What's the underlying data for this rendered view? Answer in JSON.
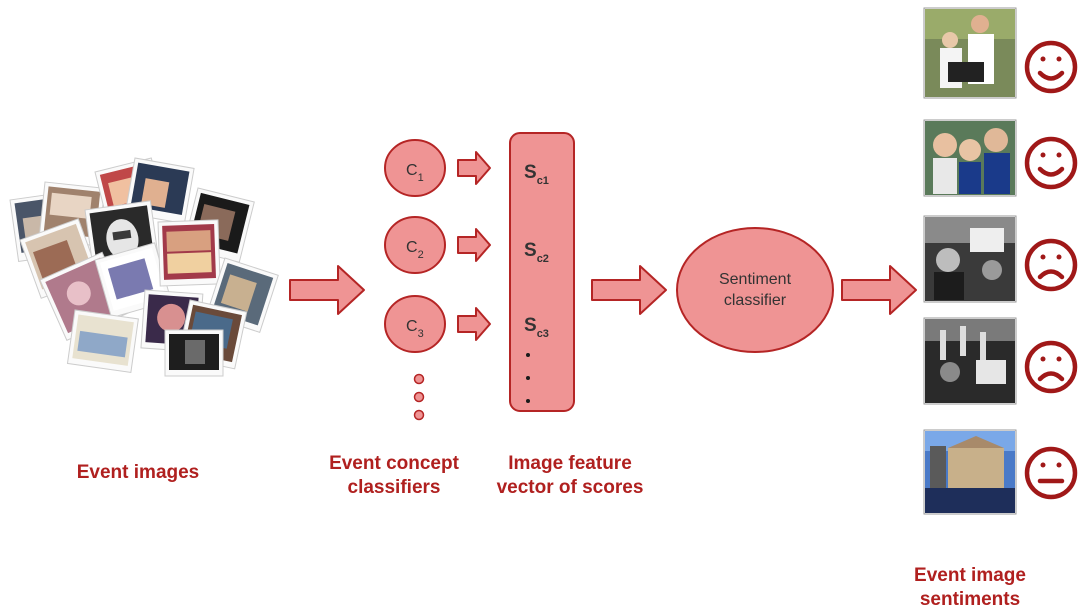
{
  "colors": {
    "accent": "#b0201f",
    "node_fill": "#ef9494",
    "node_stroke": "#b52525",
    "arrow_fill": "#ef9494",
    "text": "#333333"
  },
  "labels": {
    "event_images": "Event images",
    "concept_line1": "Event concept",
    "concept_line2": "classifiers",
    "feature_line1": "Image feature",
    "feature_line2": "vector of scores",
    "sentiments_line1": "Event image",
    "sentiments_line2": "sentiments"
  },
  "concept_classifiers": [
    {
      "letter": "C",
      "sub": "1"
    },
    {
      "letter": "C",
      "sub": "2"
    },
    {
      "letter": "C",
      "sub": "3"
    }
  ],
  "score_vector": [
    {
      "letter": "S",
      "sub": "c1"
    },
    {
      "letter": "S",
      "sub": "c2"
    },
    {
      "letter": "S",
      "sub": "c3"
    }
  ],
  "sentiment_classifier": {
    "line1": "Sentiment",
    "line2": "classifier"
  },
  "outputs": [
    {
      "photo": "two people in white holding a chalkboard sign",
      "sentiment": "happy"
    },
    {
      "photo": "three smiling young people posing together",
      "sentiment": "happy"
    },
    {
      "photo": "black and white protest crowd with sign",
      "sentiment": "sad"
    },
    {
      "photo": "black and white crowd with raised hands",
      "sentiment": "sad"
    },
    {
      "photo": "ornate building with crowd under blue sky",
      "sentiment": "neutral"
    }
  ]
}
